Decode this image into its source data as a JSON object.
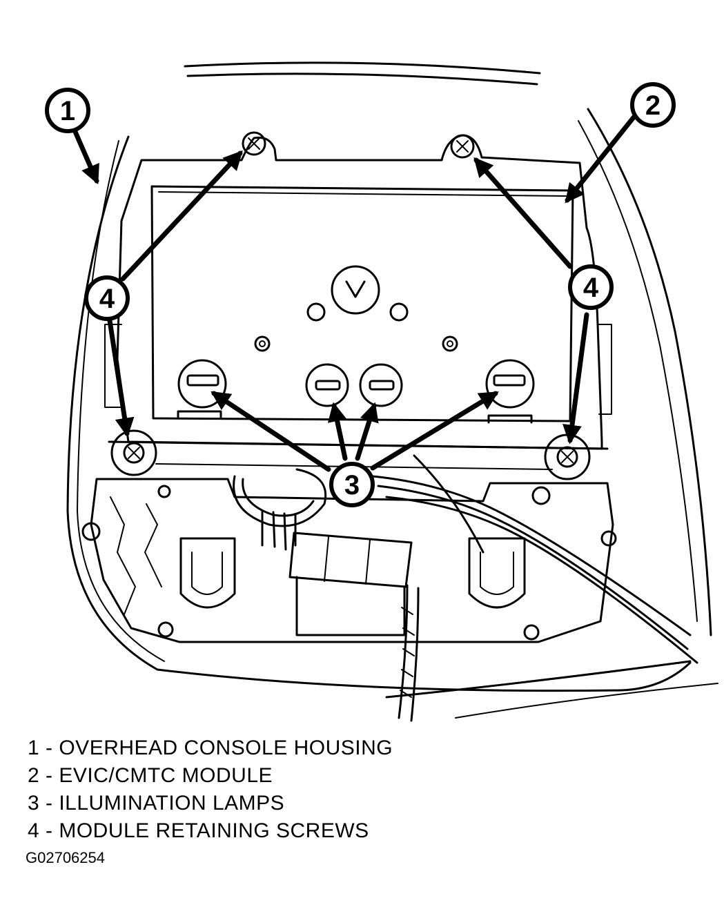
{
  "callouts": {
    "c1": "1",
    "c2": "2",
    "c3": "3",
    "c4a": "4",
    "c4b": "4"
  },
  "legend": [
    {
      "label": "1 - OVERHEAD CONSOLE HOUSING"
    },
    {
      "label": "2 - EVIC/CMTC MODULE"
    },
    {
      "label": "3 - ILLUMINATION LAMPS"
    },
    {
      "label": "4 - MODULE RETAINING SCREWS"
    }
  ],
  "figure_id": "G02706254"
}
